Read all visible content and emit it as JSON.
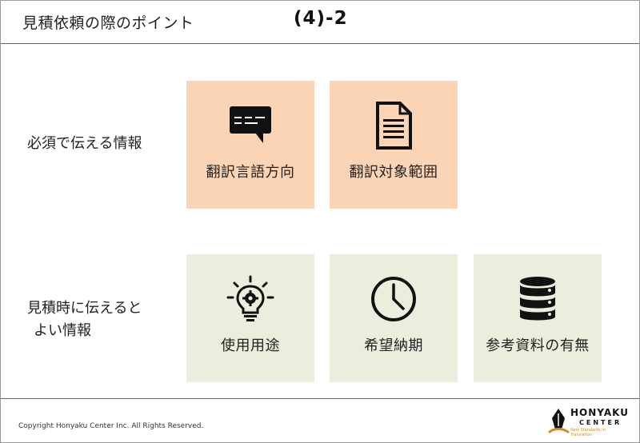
{
  "header": {
    "title": "見積依頼の際のポイント",
    "number": "(4)-2"
  },
  "rows": {
    "required": {
      "label": "必須で伝える情報"
    },
    "optional": {
      "label_line1": "見積時に伝えると",
      "label_line2": "よい情報"
    }
  },
  "cards": {
    "language_direction": {
      "label": "翻訳言語方向",
      "icon": "message-icon"
    },
    "scope": {
      "label": "翻訳対象範囲",
      "icon": "document-icon"
    },
    "purpose": {
      "label": "使用用途",
      "icon": "lightbulb-gear-icon"
    },
    "deadline": {
      "label": "希望納期",
      "icon": "clock-icon"
    },
    "reference": {
      "label": "参考資料の有無",
      "icon": "database-icon"
    }
  },
  "footer": {
    "copyright": "Copyright Honyaku Center Inc. All Rights Reserved.",
    "logo_name": "HONYAKU",
    "logo_sub": "CENTER",
    "logo_tagline": "New Standards in Translation"
  },
  "colors": {
    "required_card": "#fbd4b5",
    "optional_card": "#ebeedd",
    "logo_accent": "#d98a1e"
  }
}
